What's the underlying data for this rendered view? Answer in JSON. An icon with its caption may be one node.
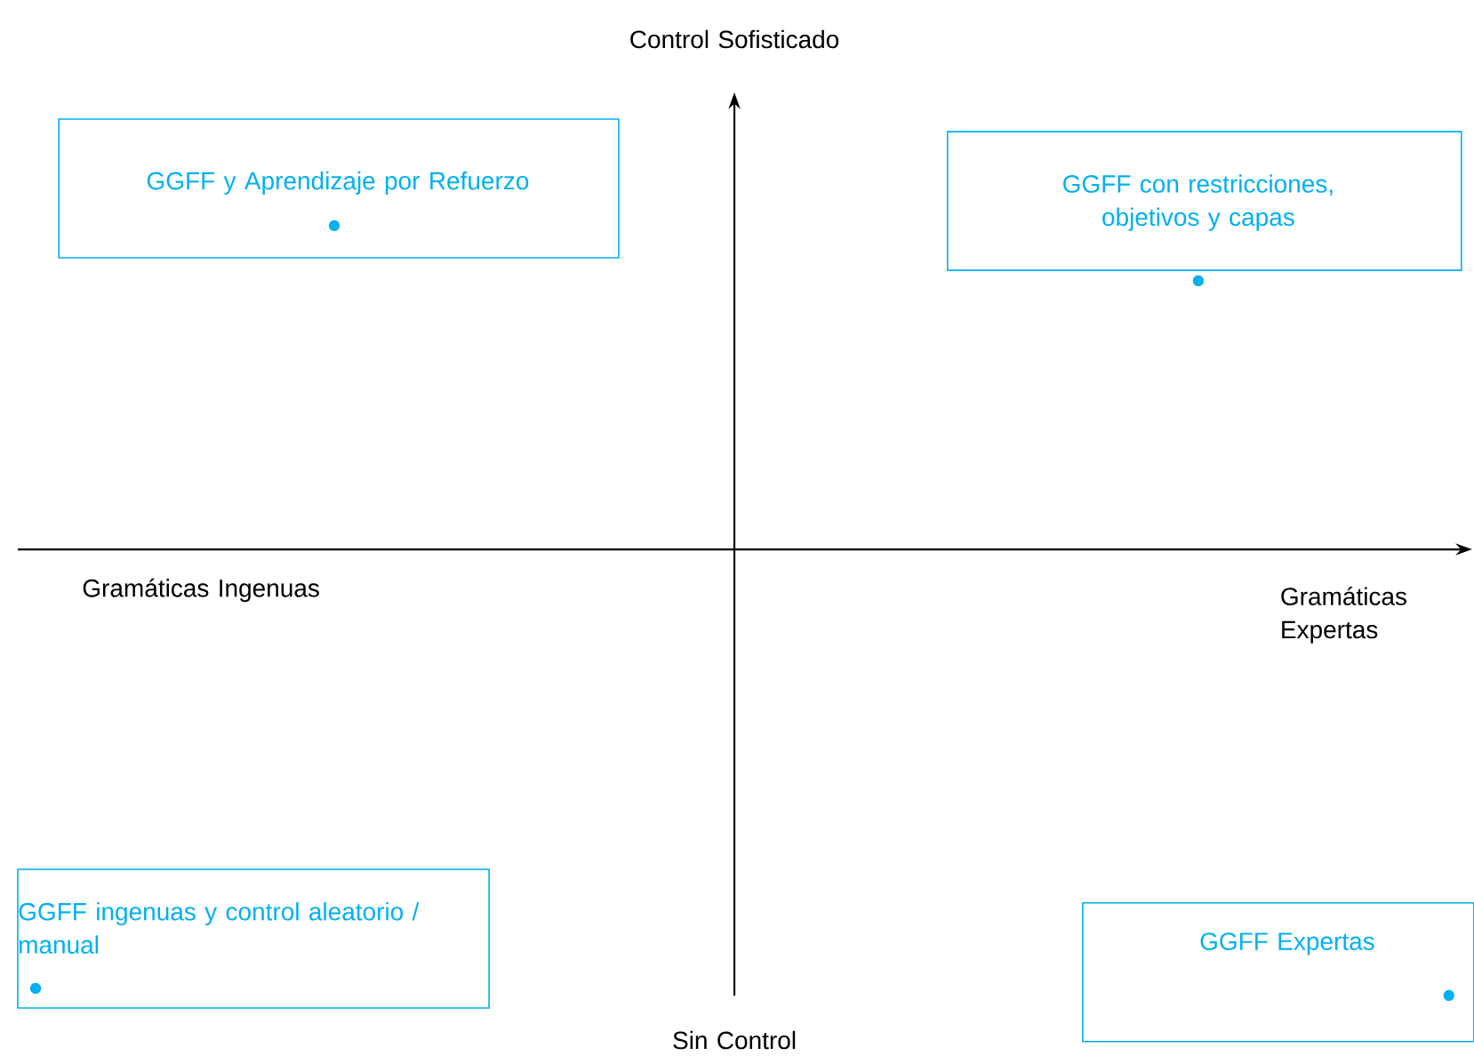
{
  "diagram": {
    "nodes": [
      {
        "text": [
          "GGFF y Aprendizaje por Refuerzo"
        ]
      },
      {
        "text": [
          "GGFF con restricciones, objetivos y capas"
        ]
      },
      {
        "text": [
          "GGFF ingenuas y control aleatorio / manual"
        ]
      },
      {
        "text": [
          "GGFF Expertas"
        ]
      }
    ],
    "labels": [
      "Control Sofisticado",
      "Gramáticas Ingenuas",
      "Gramáticas Expertas",
      "Sin Control"
    ]
  }
}
